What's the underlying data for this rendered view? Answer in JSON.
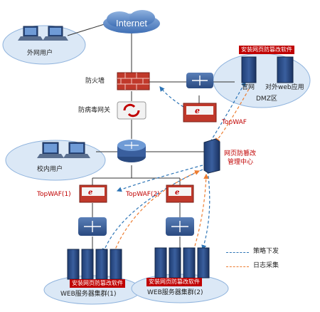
{
  "cloud": {
    "internet": "Internet"
  },
  "zones": {
    "external_users": "外网用户",
    "dmz": "DMZ区",
    "campus_users": "校内用户"
  },
  "devices": {
    "firewall": "防火墙",
    "antivirus_gateway": "防病毒网关",
    "dmz_server_official": "官网",
    "dmz_server_web": "对外web应用",
    "mgmt_center_line1": "网页防篡改",
    "mgmt_center_line2": "管理中心",
    "waf_dmz": "TopWAF",
    "waf1": "TopWAF(1)",
    "waf2": "TopWAF(2)",
    "cluster1": "WEB服务器集群(1)",
    "cluster2": "WEB服务器集群(2)"
  },
  "tags": {
    "dmz_tamper": "安装网页防篡改软件",
    "cluster1_tamper": "安装网页防篡改软件",
    "cluster2_tamper": "安装网页防篡改软件"
  },
  "legend": {
    "policy": "策略下发",
    "log": "日志采集",
    "policy_color": "#2e75b6",
    "log_color": "#ed7d31"
  },
  "colors": {
    "zone_fill": "#dbe8f6",
    "zone_stroke": "#8fb3dd",
    "link": "#333333",
    "accent_red": "#c00000"
  }
}
